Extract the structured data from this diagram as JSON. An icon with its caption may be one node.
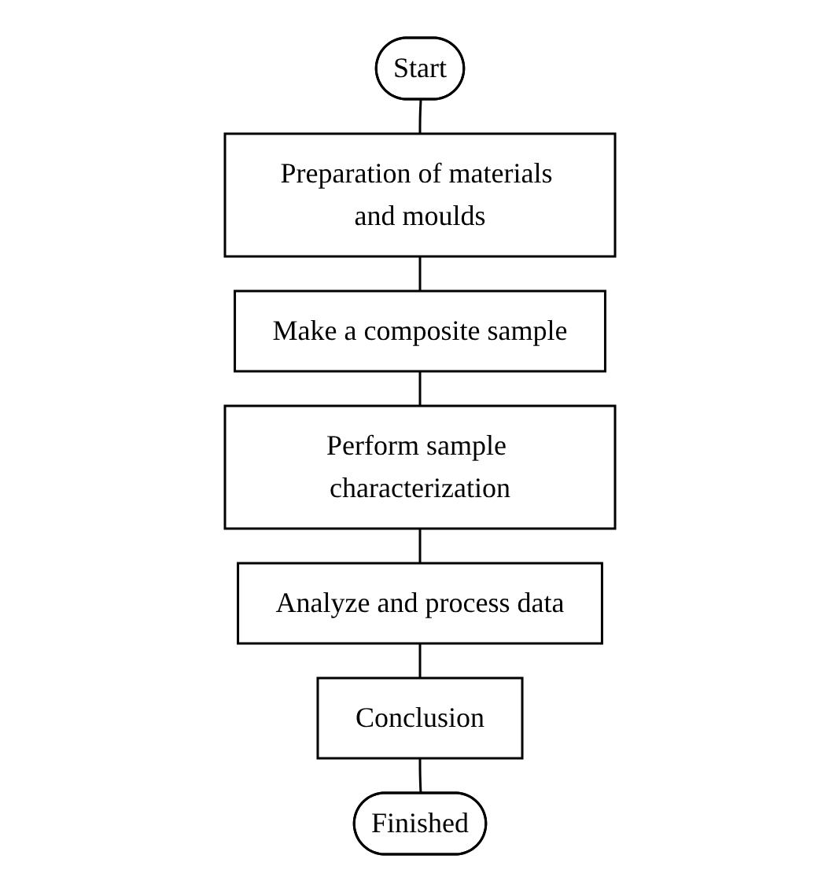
{
  "diagram": {
    "nodes": [
      {
        "text": [
          "Start"
        ]
      },
      {
        "text": [
          "Preparation of materials and moulds"
        ]
      },
      {
        "text": [
          "Make a composite sample"
        ]
      },
      {
        "text": [
          "Perform sample characterization"
        ]
      },
      {
        "text": [
          "Analyze and process data"
        ]
      },
      {
        "text": [
          "Conclusion"
        ]
      },
      {
        "text": [
          "Finished"
        ]
      }
    ],
    "edges": [
      {
        "from": 0,
        "to": 1,
        "arrow": "none"
      },
      {
        "from": 1,
        "to": 2,
        "arrow": "none"
      },
      {
        "from": 2,
        "to": 3,
        "arrow": "none"
      },
      {
        "from": 3,
        "to": 4,
        "arrow": "none"
      },
      {
        "from": 4,
        "to": 5,
        "arrow": "none"
      },
      {
        "from": 5,
        "to": 6,
        "arrow": "none"
      }
    ]
  }
}
